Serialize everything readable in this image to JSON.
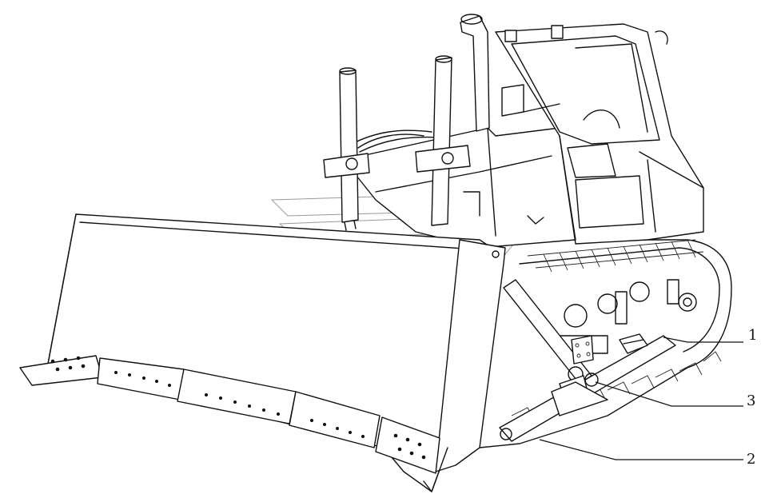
{
  "callouts": [
    {
      "id": "1",
      "label": "1"
    },
    {
      "id": "2",
      "label": "2"
    },
    {
      "id": "3",
      "label": "3"
    }
  ],
  "colors": {
    "line": "#111111",
    "watermark": "#9a9a9a",
    "background": "#ffffff"
  }
}
